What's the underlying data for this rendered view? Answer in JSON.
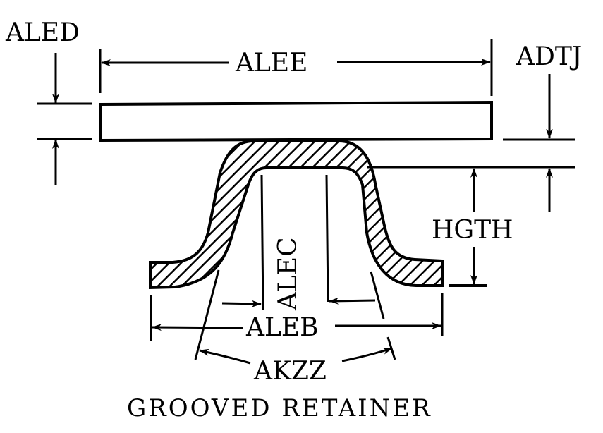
{
  "diagram": {
    "title": "GROOVED RETAINER",
    "labels": {
      "aled": "ALED",
      "alee": "ALEE",
      "adtj": "ADTJ",
      "hgth": "HGTH",
      "alec": "ALEC",
      "aleb": "ALEB",
      "akzz": "AKZZ"
    },
    "colors": {
      "ink": "#000000",
      "background": "#ffffff"
    }
  }
}
